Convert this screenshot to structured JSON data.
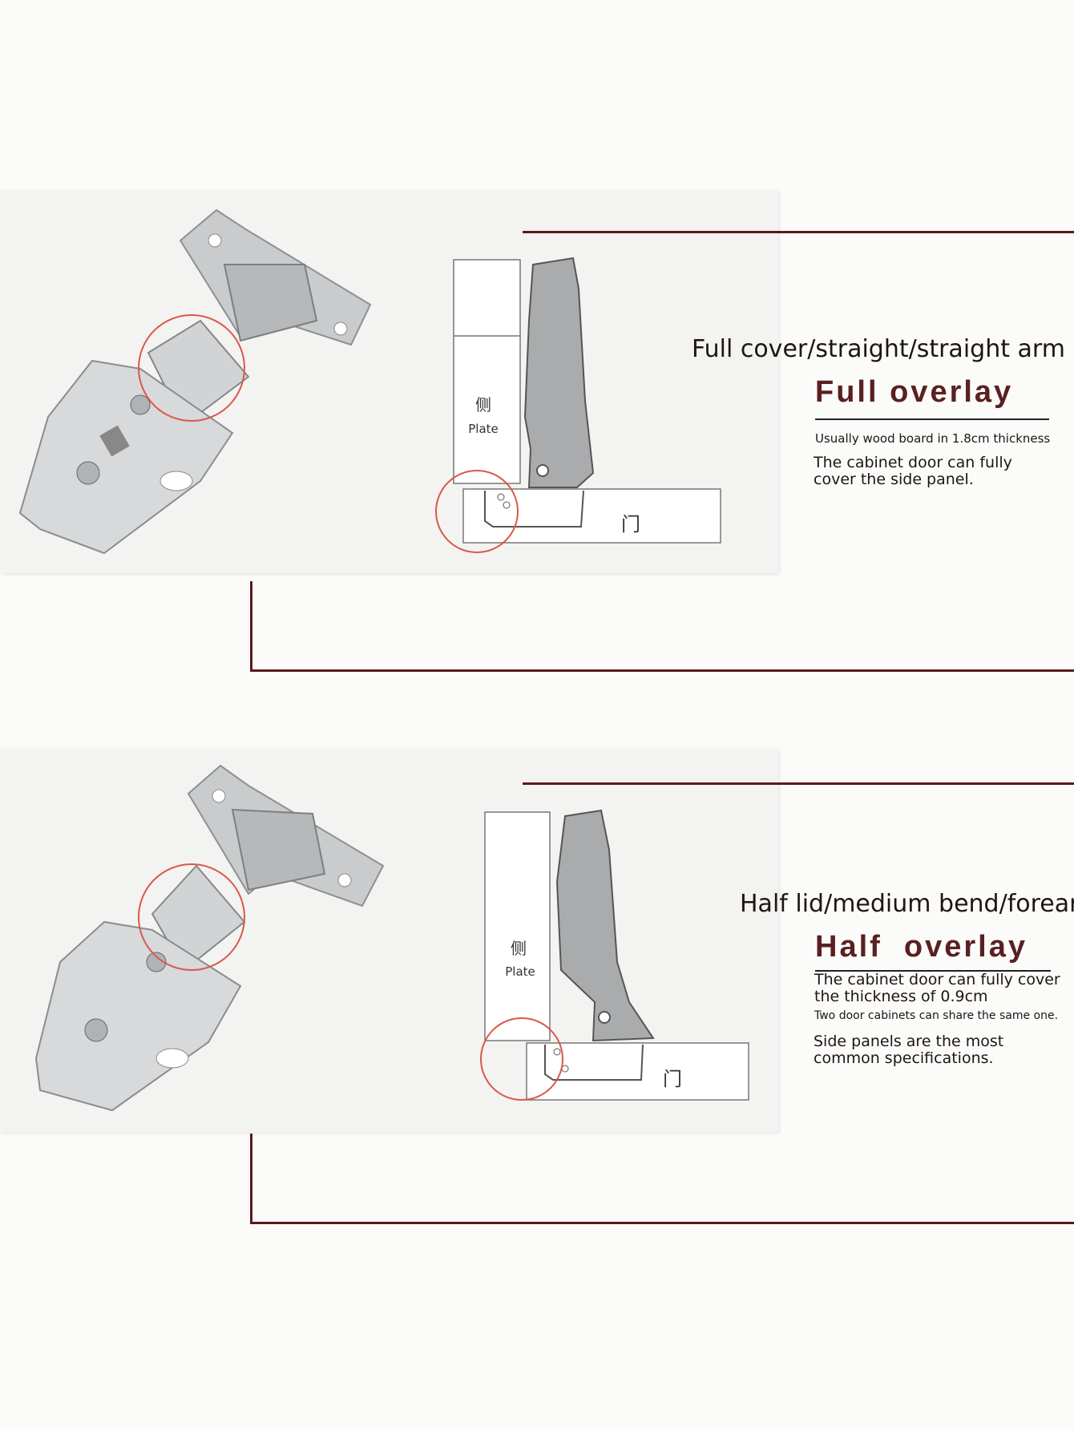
{
  "sections": [
    {
      "subtitle": "Full cover/straight/straight arm",
      "title": "Full overlay",
      "note": "Usually wood board in 1.8cm thickness",
      "desc_line1": "The cabinet door can fully",
      "desc_line2": "cover the side panel.",
      "diagram": {
        "side_char": "侧",
        "plate_label": "Plate",
        "door_char": "门"
      }
    },
    {
      "subtitle": "Half lid/medium bend/forearm",
      "title": "Half  overlay",
      "desc_line1": "The cabinet door can fully cover",
      "desc_line2": "the thickness of 0.9cm",
      "note": "Two door cabinets can share the same one.",
      "desc2_line1": "Side panels are the most",
      "desc2_line2": "common specifications.",
      "diagram": {
        "side_char": "侧",
        "plate_label": "Plate",
        "door_char": "门"
      }
    }
  ],
  "colors": {
    "accent": "#5a1a1a",
    "highlight_circle": "#d9584a",
    "hinge_metal": "#a9abad"
  }
}
